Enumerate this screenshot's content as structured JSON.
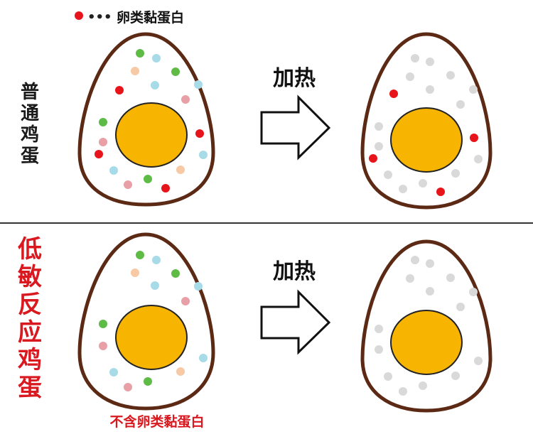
{
  "legend": {
    "dots": "•••",
    "label": "卵类黏蛋白",
    "marker_color": "#e8141b"
  },
  "rows": [
    {
      "label_chars": [
        "普",
        "通",
        "鸡",
        "蛋"
      ],
      "label_color": "#1a1a1a",
      "arrow_label": "加热",
      "note": ""
    },
    {
      "label_chars": [
        "低",
        "敏",
        "反",
        "应",
        "鸡",
        "蛋"
      ],
      "label_color": "#d9191f",
      "arrow_label": "加热",
      "note": "不含卵类黏蛋白"
    }
  ],
  "colors": {
    "shell": "#5c2a14",
    "yolk": "#f7b400",
    "yolk_outline": "#222222",
    "divider": "#333333",
    "marker_red": "#e8141b",
    "marker_green": "#5dbb46",
    "marker_blue": "#a8dbe8",
    "marker_peach": "#f7c9a4",
    "marker_pink": "#e8a0a6",
    "marker_gray": "#d9d9d9"
  }
}
